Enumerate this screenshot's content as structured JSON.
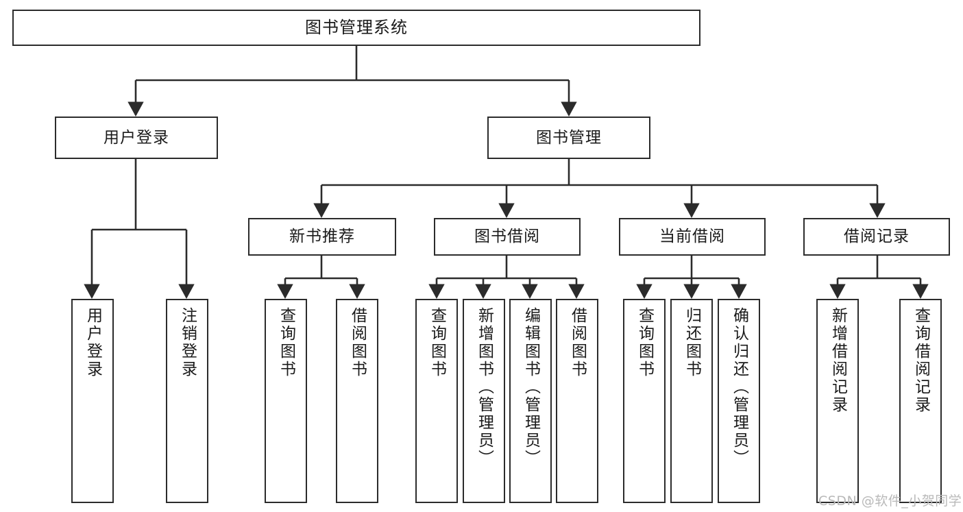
{
  "diagram": {
    "type": "tree",
    "title": "图书管理系统",
    "orientation": "top-down",
    "colors": {
      "border": "#2b2b2b",
      "background": "#ffffff",
      "text": "#1a1a1a",
      "edge": "#2b2b2b",
      "watermark": "#b9b9b9"
    },
    "root": {
      "label": "图书管理系统"
    },
    "level2": [
      {
        "label": "用户登录"
      },
      {
        "label": "图书管理"
      }
    ],
    "level3": [
      {
        "label": "新书推荐"
      },
      {
        "label": "图书借阅"
      },
      {
        "label": "当前借阅"
      },
      {
        "label": "借阅记录"
      }
    ],
    "leaves": {
      "user_login": [
        {
          "label": "用户登录"
        },
        {
          "label": "注销登录"
        }
      ],
      "new_book_recommend": [
        {
          "label": "查询图书"
        },
        {
          "label": "借阅图书"
        }
      ],
      "book_borrow": [
        {
          "label": "查询图书"
        },
        {
          "label": "新增图书（管理员）"
        },
        {
          "label": "编辑图书（管理员）"
        },
        {
          "label": "借阅图书"
        }
      ],
      "current_borrow": [
        {
          "label": "查询图书"
        },
        {
          "label": "归还图书"
        },
        {
          "label": "确认归还（管理员）"
        }
      ],
      "borrow_record": [
        {
          "label": "新增借阅记录"
        },
        {
          "label": "查询借阅记录"
        }
      ]
    }
  },
  "watermark": {
    "text": "CSDN @软件_小贺同学"
  }
}
